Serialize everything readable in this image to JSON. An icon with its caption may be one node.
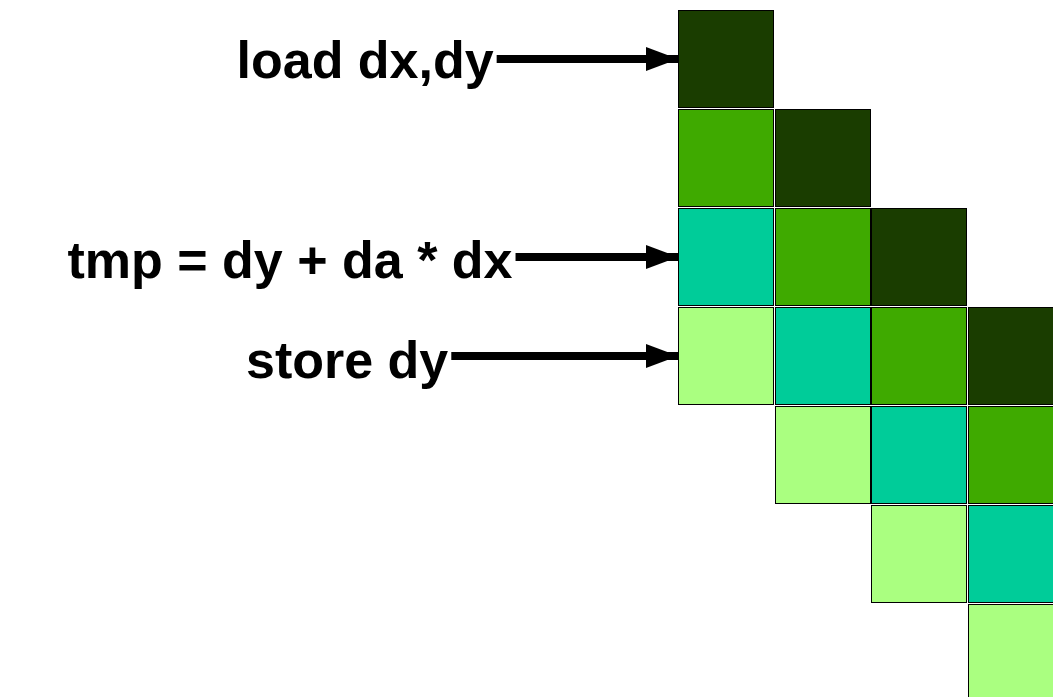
{
  "diagram": {
    "nodes": [
      {
        "text": [
          "load dx,dy"
        ]
      },
      {
        "text": [
          "tmp = dy + da * dx"
        ]
      },
      {
        "text": [
          "store dy"
        ]
      },
      {
        "text": [],
        "shape": "box"
      },
      {
        "text": [],
        "shape": "box"
      },
      {
        "text": [],
        "shape": "box"
      },
      {
        "text": [],
        "shape": "box"
      },
      {
        "text": [],
        "shape": "box"
      },
      {
        "text": [],
        "shape": "box"
      },
      {
        "text": [],
        "shape": "box"
      },
      {
        "text": [],
        "shape": "box"
      },
      {
        "text": [],
        "shape": "box"
      },
      {
        "text": [],
        "shape": "box"
      },
      {
        "text": [],
        "shape": "box"
      },
      {
        "text": [],
        "shape": "box"
      },
      {
        "text": [],
        "shape": "box"
      },
      {
        "text": [],
        "shape": "box"
      },
      {
        "text": [],
        "shape": "box"
      },
      {
        "text": [],
        "shape": "box"
      }
    ],
    "edges": [
      {
        "from": 0,
        "to": 3,
        "arrow": "to"
      },
      {
        "from": 1,
        "to": 5,
        "arrow": "to"
      },
      {
        "from": 2,
        "to": 6,
        "arrow": "to"
      }
    ]
  }
}
